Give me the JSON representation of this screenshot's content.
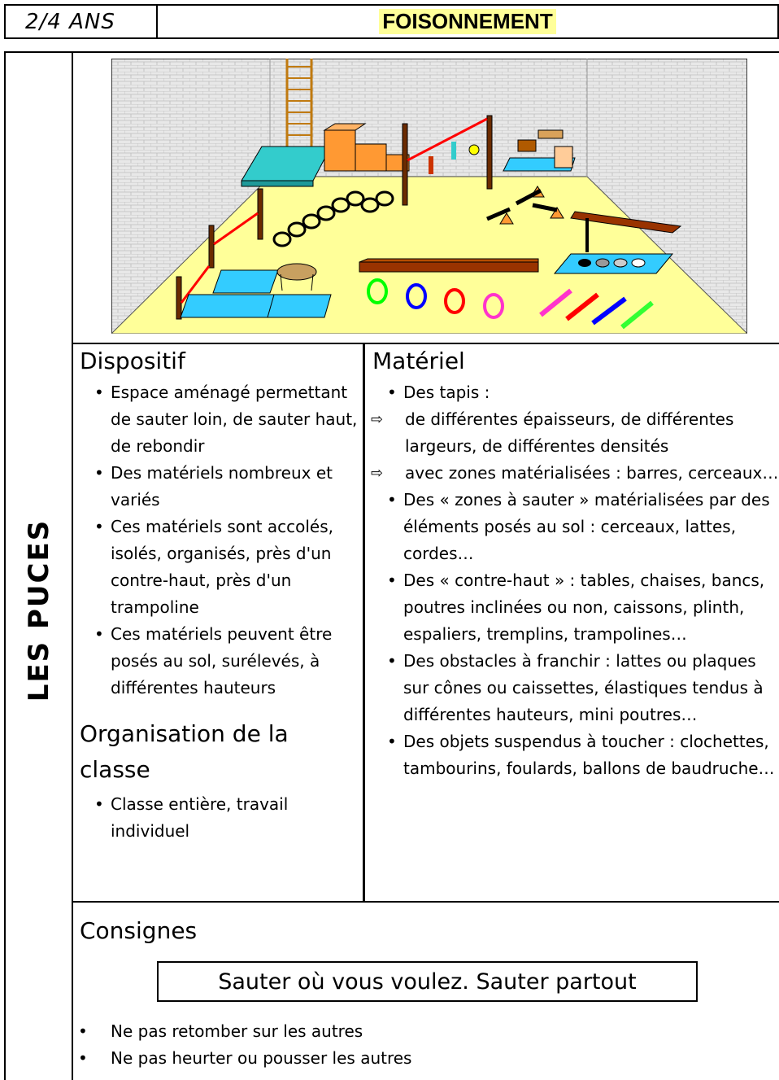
{
  "header": {
    "age": "2/4 ANS",
    "title": "FOISONNEMENT"
  },
  "side_title": "LES PUCES",
  "illustration": {
    "colors": {
      "wall": "#e8e8e8",
      "floor": "#ffff99",
      "mat": "#33ccff",
      "box": "#ff9933",
      "beam": "#993300"
    }
  },
  "dispositif": {
    "title": "Dispositif",
    "items": [
      "Espace aménagé permettant de sauter loin, de sauter haut, de rebondir",
      "Des matériels nombreux et variés",
      "Ces matériels sont accolés, isolés, organisés, près d'un contre-haut, près d'un trampoline",
      "Ces matériels peuvent être posés au sol, surélevés, à différentes hauteurs"
    ]
  },
  "organisation": {
    "title": "Organisation de la classe",
    "items": [
      "Classe entière, travail individuel"
    ]
  },
  "materiel": {
    "title": "Matériel",
    "items": [
      {
        "kind": "bullet",
        "text": "Des tapis :"
      },
      {
        "kind": "arrow",
        "text": "de différentes épaisseurs, de différentes largeurs, de différentes densités"
      },
      {
        "kind": "arrow",
        "text": "avec zones matérialisées : barres, cerceaux…"
      },
      {
        "kind": "bullet",
        "text": "Des « zones à sauter » matérialisées par des éléments posés au sol : cerceaux, lattes, cordes…"
      },
      {
        "kind": "bullet",
        "text": "Des « contre-haut » : tables, chaises, bancs, poutres inclinées ou non, caissons, plinth, espaliers, tremplins, trampolines…"
      },
      {
        "kind": "bullet",
        "text": "Des obstacles à franchir : lattes ou plaques sur cônes ou caissettes, élastiques tendus à différentes hauteurs, mini poutres…"
      },
      {
        "kind": "bullet",
        "text": "Des objets suspendus à toucher : clochettes, tambourins, foulards, ballons de baudruche…"
      }
    ]
  },
  "consignes": {
    "title": "Consignes",
    "main": "Sauter où vous voulez. Sauter partout",
    "items": [
      "Ne pas retomber sur les autres",
      "Ne pas heurter ou pousser les autres"
    ]
  }
}
